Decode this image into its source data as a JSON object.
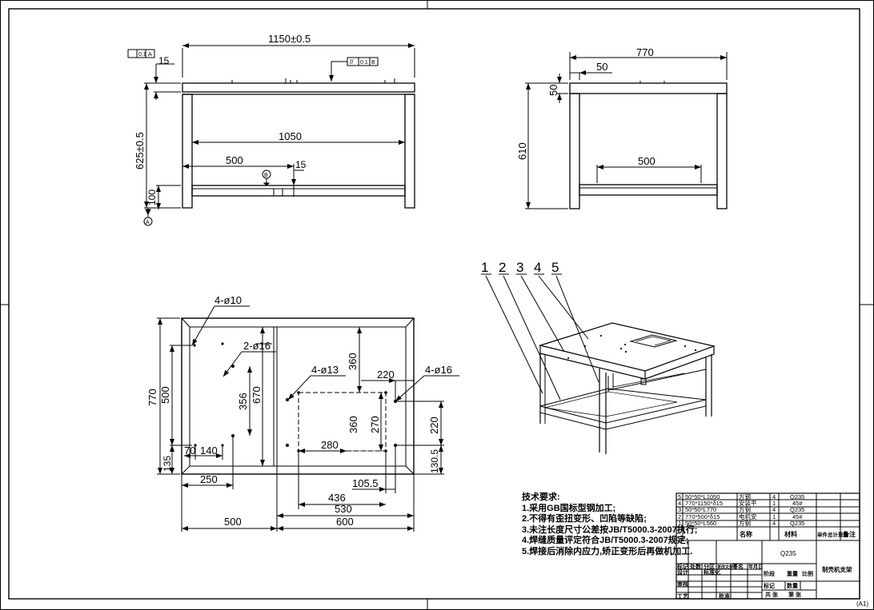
{
  "front_view": {
    "dim_width": "1150±0.5",
    "dim_top_offset": "15",
    "dim_height": "625±0.5",
    "dim_inner_span": "1050",
    "dim_half_span": "500",
    "dim_stretcher_gap": "15",
    "dim_shelf_height": "100",
    "flatness_tol": "0.1",
    "flatness_datum": "B",
    "parallel_tol": "0.1",
    "parallel_datum": "A",
    "datum_a": "A",
    "datum_b": "B"
  },
  "side_view": {
    "dim_depth": "770",
    "dim_profile_w": "50",
    "dim_profile_h": "50",
    "dim_height": "610",
    "dim_inner": "500"
  },
  "top_view": {
    "hole_4_10": "4-ø10",
    "hole_2_16": "2-ø16",
    "hole_4_13": "4-ø13",
    "hole_4_16": "4-ø16",
    "dim_770": "770",
    "dim_500": "500",
    "dim_670": "670",
    "dim_356": "356",
    "dim_360v": "360",
    "dim_360": "360",
    "dim_270": "270",
    "dim_280": "280",
    "dim_220h": "220",
    "dim_220v": "220",
    "dim_135": "135",
    "dim_70": "70",
    "dim_140": "140",
    "dim_250": "250",
    "dim_105_5": "105.5",
    "dim_130_5": "130.5",
    "dim_436": "436",
    "dim_530": "530",
    "dim_500b": "500",
    "dim_600": "600"
  },
  "iso_view": {
    "balloons": [
      "1",
      "2",
      "3",
      "4",
      "5"
    ]
  },
  "tech_notes": {
    "title": "技术要求:",
    "items": [
      "1.采用GB国标型钢加工;",
      "2.不得有歪扭变形、凹陷等缺陷;",
      "3.未注长度尺寸公差按JB/T5000.3-2007执行;",
      "4.焊缝质量评定符合JB/T5000.3-2007规定;",
      "5.焊接后消除内应力,矫正变形后再做机加工."
    ]
  },
  "bom": {
    "rows": [
      {
        "no": "5",
        "spec": "50*50*L1050",
        "name": "方钢",
        "qty": "4",
        "material": "Q235"
      },
      {
        "no": "4",
        "spec": "770*1150*δ15",
        "name": "安装平",
        "qty": "1",
        "material": "45#"
      },
      {
        "no": "3",
        "spec": "50*50*L770",
        "name": "方钢",
        "qty": "4",
        "material": "Q235"
      },
      {
        "no": "2",
        "spec": "770*500*δ15",
        "name": "电机安",
        "qty": "1",
        "material": "45#"
      },
      {
        "no": "1",
        "spec": "50*50*L560",
        "name": "方钢",
        "qty": "4",
        "material": "Q235"
      }
    ],
    "header_name": "名称",
    "header_material": "材料",
    "header_unit_weight": "单件总计重量",
    "header_remark": "备注"
  },
  "title_block": {
    "material": "Q235",
    "part_name": "制壳机支架",
    "sheet_size": "(A1)",
    "stage_label": "阶段",
    "weight_label": "重量",
    "scale_label": "比例",
    "mark_label": "标记",
    "count_label": "数量",
    "approve_label": "批准",
    "total_label": "共  张",
    "sheet_label": "第  张",
    "designer_label": "设计",
    "checker_label": "审核",
    "process_label": "工艺",
    "standard_label": "标准化",
    "mark_col": "标记",
    "qty_col": "处数",
    "zone_col": "分区",
    "change_col": "更改文件号",
    "sign_col": "签名",
    "date_col": "年月日"
  }
}
